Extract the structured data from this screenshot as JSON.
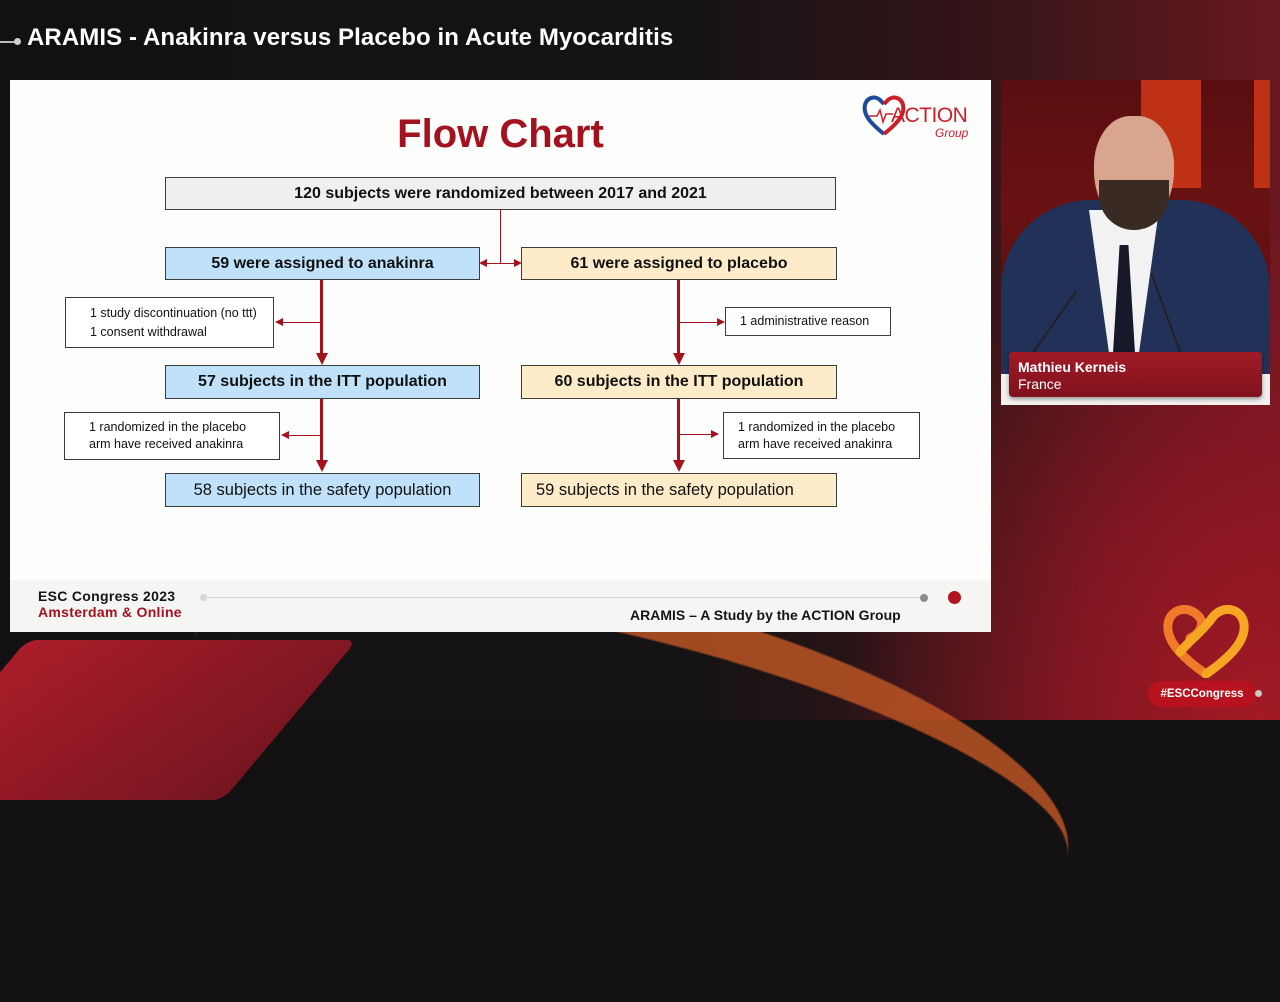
{
  "header": {
    "title": "ARAMIS - Anakinra versus Placebo in Acute Myocarditis"
  },
  "slide": {
    "title": "Flow Chart",
    "logo": {
      "icon": "heart-ecg-icon",
      "text": "ACTION",
      "subtext": "Group"
    },
    "flowchart": {
      "randomized": "120 subjects were randomized between 2017 and 2021",
      "anakinra_arm": {
        "assigned": "59 were assigned to anakinra",
        "exclusions": [
          "1 study discontinuation (no ttt)",
          "1 consent withdrawal"
        ],
        "itt": "57 subjects in the ITT population",
        "crossover_note": [
          "1 randomized in the placebo",
          "arm have received anakinra"
        ],
        "safety": "58 subjects in the safety population"
      },
      "placebo_arm": {
        "assigned": "61 were assigned to placebo",
        "exclusions": [
          "1 administrative reason"
        ],
        "itt": "60 subjects in the ITT population",
        "crossover_note": [
          "1 randomized in the placebo",
          "arm have received anakinra"
        ],
        "safety": "59 subjects in the safety population"
      },
      "colors": {
        "arrow": "#a3121f",
        "anakinra_box": "#bfe2fa",
        "placebo_box": "#fdebc9",
        "top_box": "#efefef"
      }
    },
    "footer": {
      "congress": "ESC Congress 2023",
      "location": "Amsterdam & Online",
      "study_credit": "ARAMIS – A Study by the ACTION Group"
    }
  },
  "speaker": {
    "name": "Mathieu Kerneis",
    "country": "France"
  },
  "branding": {
    "hashtag": "#ESCCongress",
    "accent": "#b8121e"
  }
}
